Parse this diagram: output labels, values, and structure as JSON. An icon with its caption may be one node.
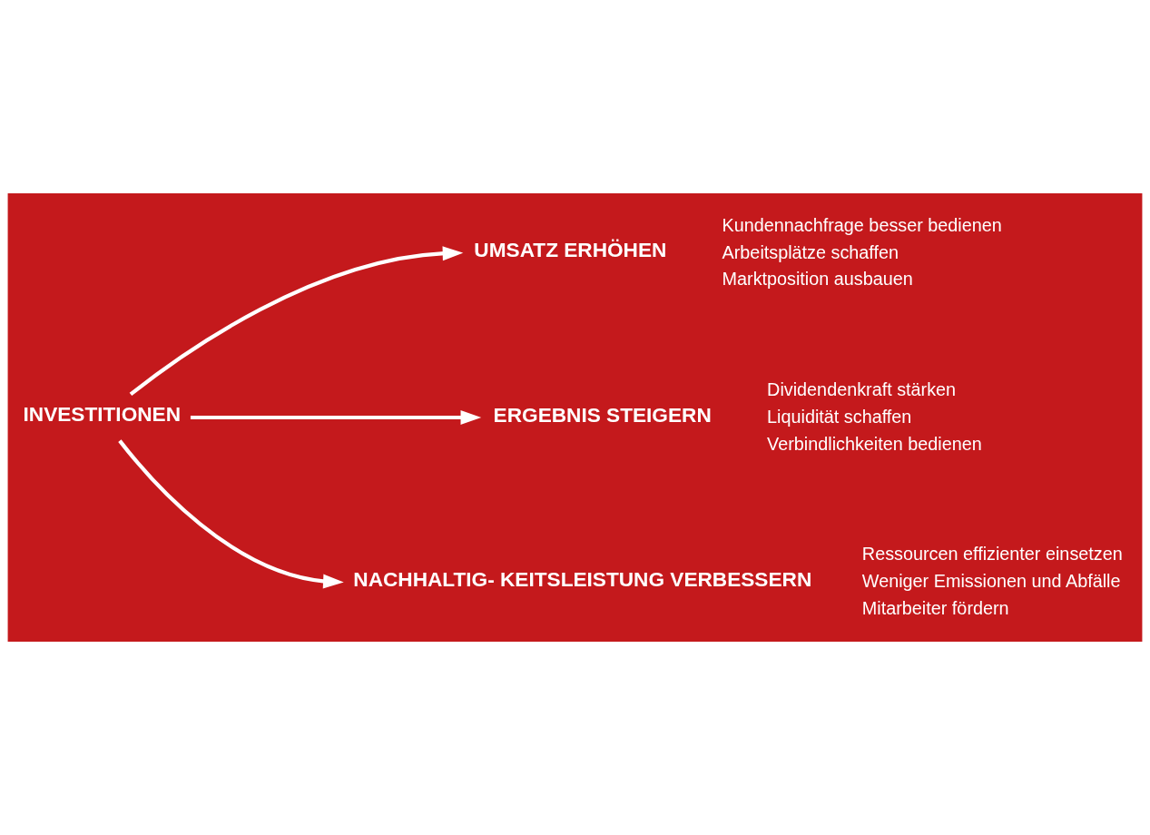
{
  "diagram": {
    "nodes": [
      {
        "text": [
          "INVESTITIONEN"
        ]
      },
      {
        "text": [
          "UMSATZ ERHÖHEN"
        ],
        "beside": [
          "Kundennachfrage besser bedienen",
          "Arbeitsplätze schaffen",
          "Marktposition ausbauen"
        ]
      },
      {
        "text": [
          "ERGEBNIS STEIGERN"
        ],
        "beside": [
          "Dividendenkraft stärken",
          "Liquidität schaffen",
          "Verbindlichkeiten bedienen"
        ]
      },
      {
        "text": [
          "NACHHALTIG- KEITSLEISTUNG VERBESSERN"
        ],
        "beside": [
          "Ressourcen effizienter einsetzen",
          "Weniger Emissionen und Abfälle",
          "Mitarbeiter fördern"
        ]
      }
    ],
    "edges": [
      {
        "from": 0,
        "to": 1,
        "arrow": "to"
      },
      {
        "from": 0,
        "to": 2,
        "arrow": "to"
      },
      {
        "from": 0,
        "to": 3,
        "arrow": "to"
      }
    ]
  }
}
